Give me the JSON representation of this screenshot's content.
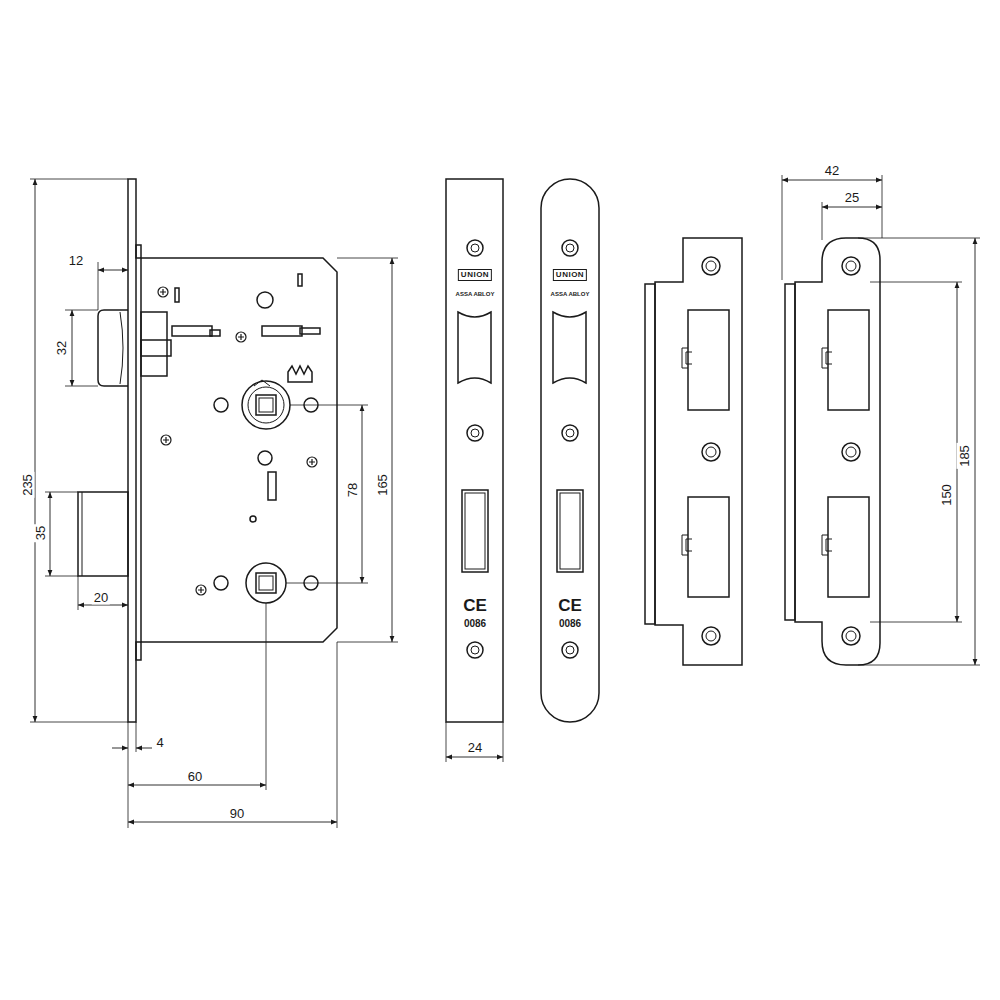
{
  "diagram": {
    "labels": [
      "235",
      "12",
      "32",
      "35",
      "20",
      "4",
      "60",
      "90",
      "78",
      "165",
      "UNION",
      "ASSA ABLOY",
      "CE",
      "0086",
      "UNION",
      "ASSA ABLOY",
      "CE",
      "0086",
      "24",
      "42",
      "25",
      "185",
      "150"
    ]
  }
}
